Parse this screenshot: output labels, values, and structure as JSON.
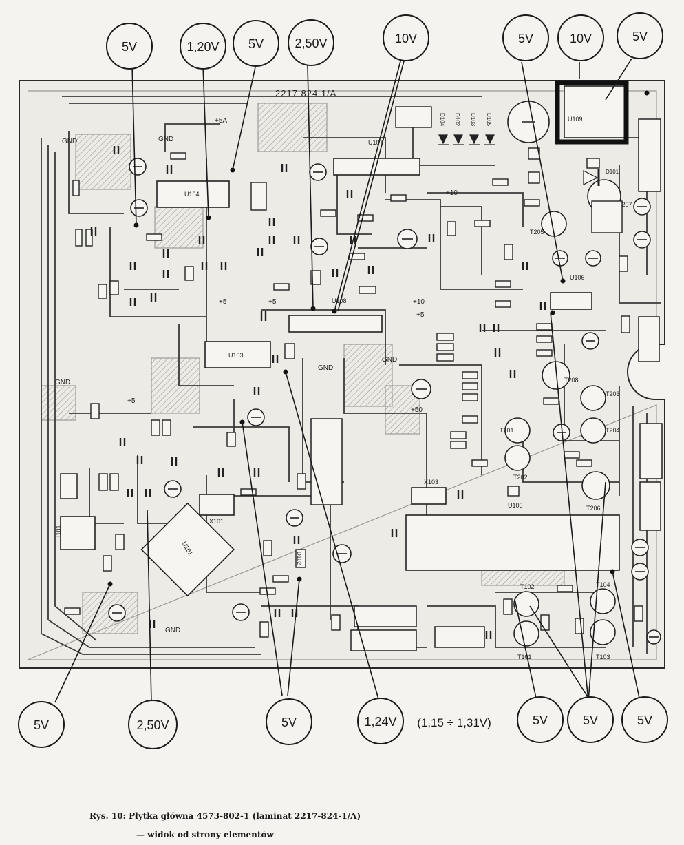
{
  "board_id": "2217 824 1/A",
  "rails": {
    "plus5a": "+5A",
    "plus5": "+5",
    "plus10": "+10",
    "plus50": "+50",
    "gnd": "GND"
  },
  "callouts_top": [
    "5V",
    "1,20V",
    "5V",
    "2,50V",
    "10V",
    "5V",
    "10V",
    "5V"
  ],
  "callouts_bottom": [
    "5V",
    "2,50V",
    "5V",
    "1,24V",
    "5V",
    "5V",
    "5V"
  ],
  "callout_range": "(1,15 ÷ 1,31V)",
  "ics": [
    "U104",
    "U107",
    "U108",
    "U103",
    "U109",
    "U101",
    "U106",
    "U105",
    "X101",
    "X103",
    "I101"
  ],
  "transistors": [
    "T205",
    "T207",
    "T208",
    "T203",
    "T204",
    "T201",
    "T202",
    "T206",
    "T102",
    "T101",
    "T103",
    "T104"
  ],
  "diodes": [
    "D104",
    "D102",
    "D103",
    "D105",
    "D101",
    "D102"
  ],
  "caption": {
    "line1": "Rys. 10: Płytka główna 4573-802-1 (laminat 2217-824-1/A)",
    "line2": "— widok od strony elementów"
  }
}
